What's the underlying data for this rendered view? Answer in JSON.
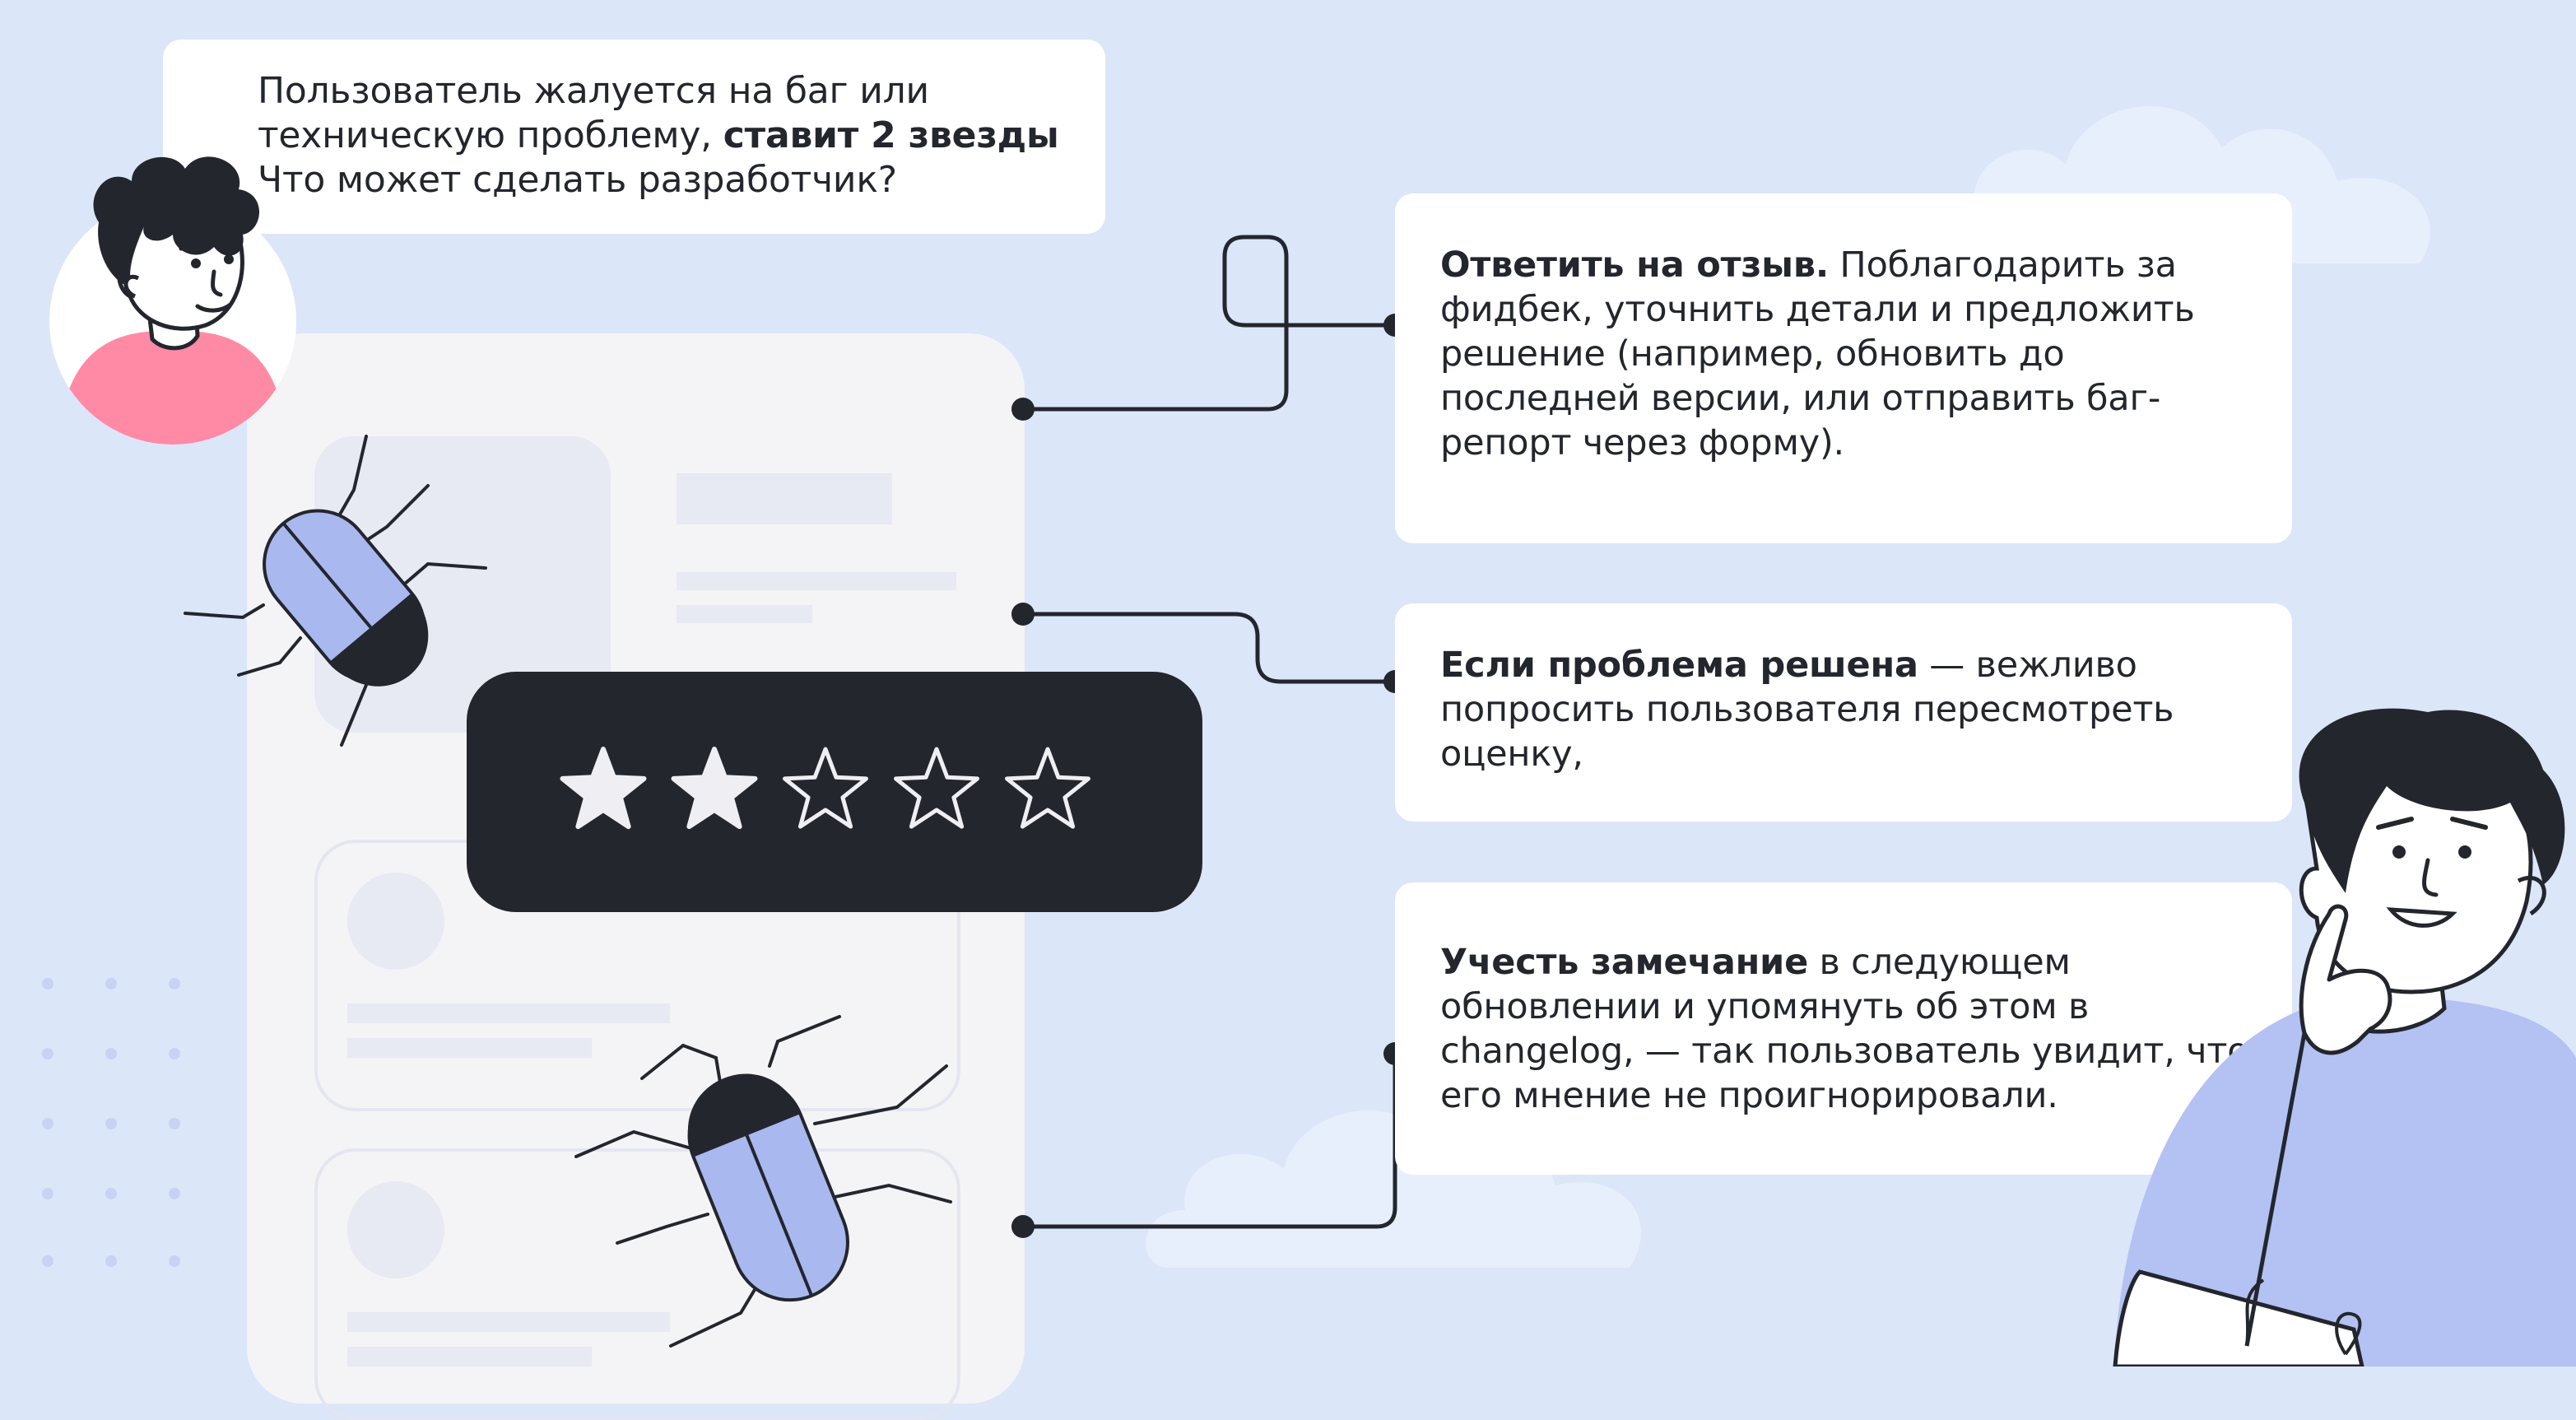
{
  "question": {
    "line1": "Пользователь жалуется на баг или",
    "line2_normal": "техническую проблему, ",
    "line2_bold": "ставит 2 звезды",
    "line3": "Что может сделать разработчик?"
  },
  "rating": {
    "value": 2,
    "max": 5
  },
  "cards": [
    {
      "bold": "Ответить на отзыв.",
      "rest": " Поблагодарить за фидбек, уточнить детали и предложить решение (например, обновить до последней версии, или отправить баг-репорт через форму)."
    },
    {
      "bold": "Если проблема решена",
      "rest": " — вежливо попросить пользователя пересмотреть оценку,"
    },
    {
      "bold": "Учесть замечание",
      "rest": " в следующем обновлении и упомянуть об этом в changelog, — так пользователь увидит, что его мнение не проигнорировали."
    }
  ],
  "colors": {
    "background": "#dce6f9",
    "dark": "#23262d",
    "bug": "#aab8f0",
    "pink": "#ff8aa6",
    "star": "#eeeef3"
  }
}
